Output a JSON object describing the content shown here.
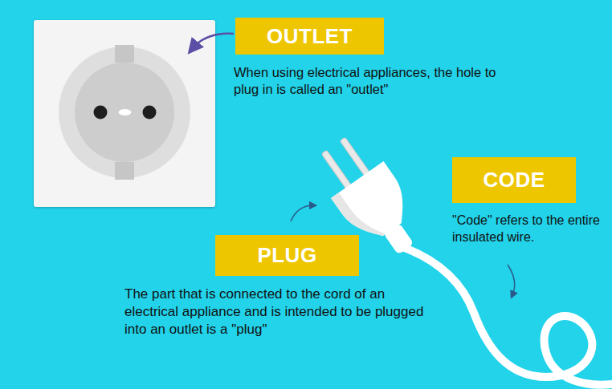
{
  "diagram": {
    "nodes": [
      {
        "text": [
          "OUTLET",
          "When using electrical appliances, the hole to plug in is called an \"outlet\""
        ]
      },
      {
        "text": [
          "CODE",
          "\"Code\" refers to the entire insulated wire."
        ]
      },
      {
        "text": [
          "PLUG",
          "The part that is connected to the cord of an electrical appliance and is intended to be plugged into an outlet is a \"plug\""
        ]
      }
    ]
  }
}
